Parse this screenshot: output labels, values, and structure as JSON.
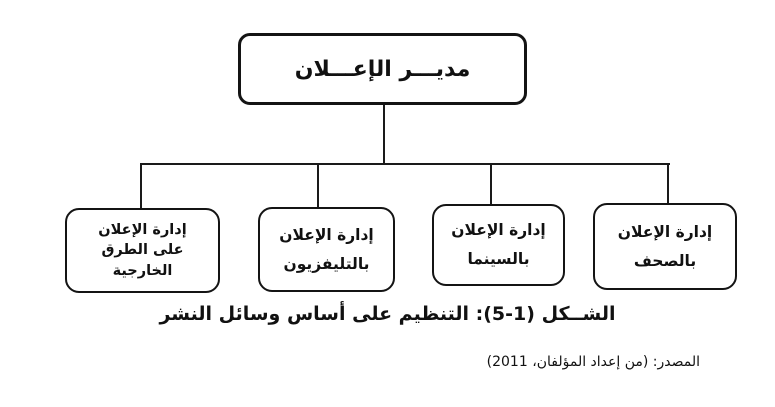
{
  "figure": {
    "type": "org-chart",
    "root": {
      "label": "مديـــر الإعـــلان"
    },
    "children": [
      {
        "id": "press",
        "label": "إدارة الإعلان\nبالصحف"
      },
      {
        "id": "cinema",
        "label": "إدارة الإعلان\nبالسينما"
      },
      {
        "id": "tv",
        "label": "إدارة الإعلان\nبالتليفزيون"
      },
      {
        "id": "outdoor",
        "label": "إدارة الإعلان\nعلى الطرق\nالخارجية"
      }
    ],
    "caption": "الشــكل (1-5): التنظيم على أساس وسائل النشر",
    "source": "المصدر: (من إعداد المؤلفان، 2011)",
    "colors": {
      "background": "#ffffff",
      "ink": "#111111"
    }
  }
}
